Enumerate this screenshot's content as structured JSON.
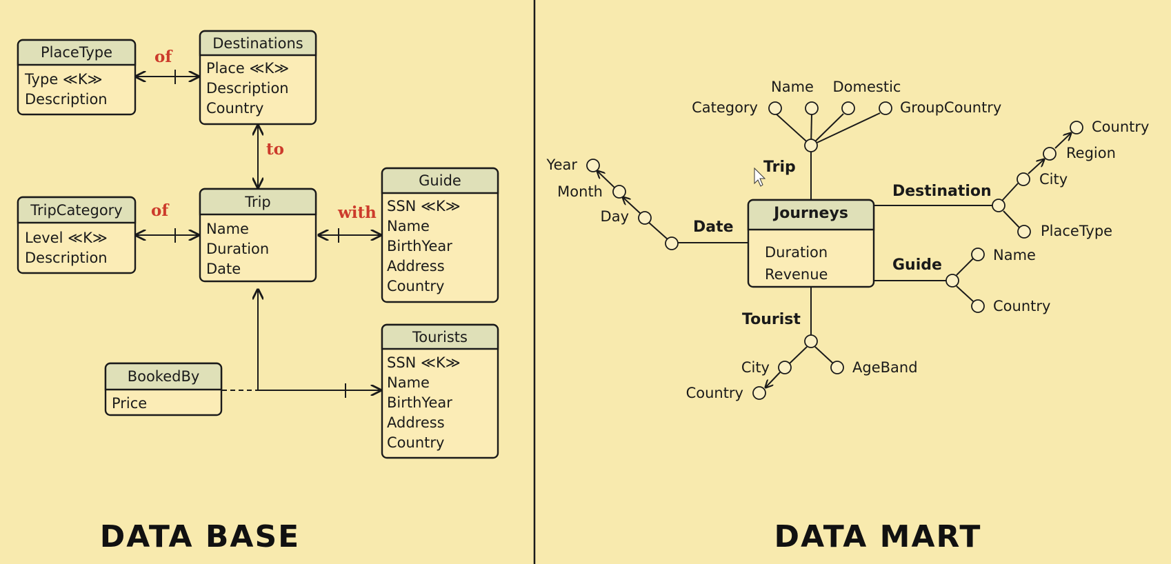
{
  "database": {
    "title": "DATA BASE",
    "entities": {
      "placetype": {
        "name": "PlaceType",
        "attrs": [
          "Type ≪K≫",
          "Description"
        ]
      },
      "destinations": {
        "name": "Destinations",
        "attrs": [
          "Place ≪K≫",
          "Description",
          "Country"
        ]
      },
      "tripcategory": {
        "name": "TripCategory",
        "attrs": [
          "Level ≪K≫",
          "Description"
        ]
      },
      "trip": {
        "name": "Trip",
        "attrs": [
          "Name",
          "Duration",
          "Date"
        ]
      },
      "guide": {
        "name": "Guide",
        "attrs": [
          "SSN ≪K≫",
          "Name",
          "BirthYear",
          "Address",
          "Country"
        ]
      },
      "tourists": {
        "name": "Tourists",
        "attrs": [
          "SSN ≪K≫",
          "Name",
          "BirthYear",
          "Address",
          "Country"
        ]
      },
      "bookedby": {
        "name": "BookedBy",
        "attrs": [
          "Price"
        ]
      }
    },
    "relations": {
      "of_top": "of",
      "of_mid": "of",
      "to": "to",
      "with": "with"
    }
  },
  "datamart": {
    "title": "DATA MART",
    "fact": {
      "name": "Journeys",
      "measures": [
        "Duration",
        "Revenue"
      ]
    },
    "dimensions": {
      "trip": "Trip",
      "date": "Date",
      "destination": "Destination",
      "guide": "Guide",
      "tourist": "Tourist"
    },
    "attributes": {
      "trip_category": "Category",
      "trip_name": "Name",
      "trip_domestic": "Domestic",
      "trip_groupcountry": "GroupCountry",
      "date_year": "Year",
      "date_month": "Month",
      "date_day": "Day",
      "dest_country": "Country",
      "dest_region": "Region",
      "dest_city": "City",
      "dest_placetype": "PlaceType",
      "guide_name": "Name",
      "guide_country": "Country",
      "tourist_city": "City",
      "tourist_country": "Country",
      "tourist_ageband": "AgeBand"
    }
  }
}
